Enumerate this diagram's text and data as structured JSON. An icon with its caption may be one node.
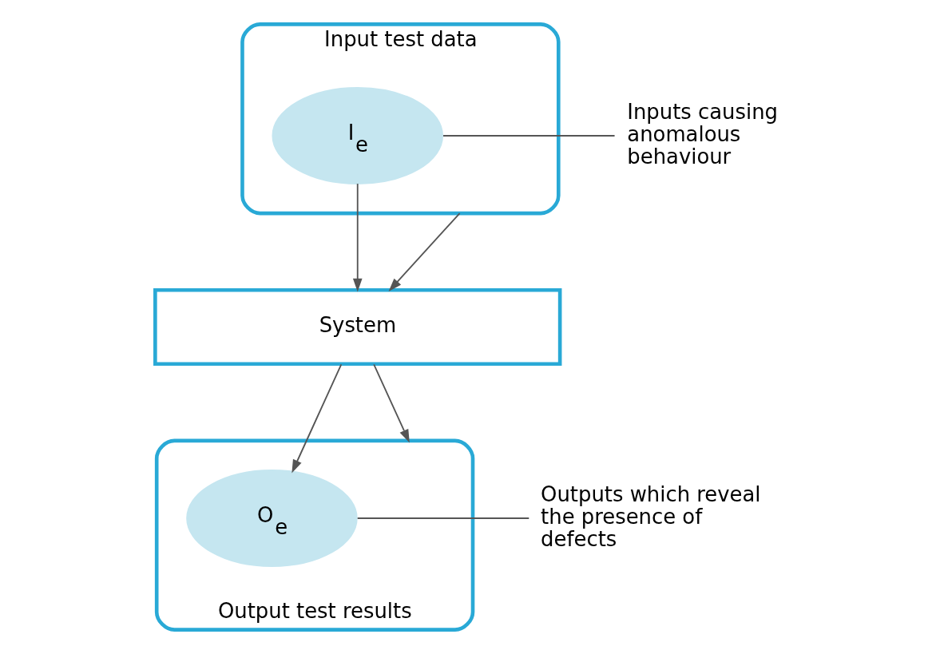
{
  "diagram": {
    "nodes": [
      {
        "text": [
          "Input test data"
        ]
      },
      {
        "text": [
          "I$_{e}$"
        ],
        "in": 0
      },
      {
        "text": [
          "Inputs causing anomalous behaviour"
        ]
      },
      {
        "text": [
          "System"
        ]
      },
      {
        "text": [
          "Output test results"
        ]
      },
      {
        "text": [
          "O$_{e}$"
        ],
        "in": 4
      },
      {
        "text": [
          "Outputs which reveal the presence of defects"
        ]
      }
    ],
    "edges": [
      {
        "from": 1,
        "to": 2,
        "arrow": "none"
      },
      {
        "from": 0,
        "to": 3,
        "arrow": "to"
      },
      {
        "from": 1,
        "to": 3,
        "arrow": "to"
      },
      {
        "from": 3,
        "to": 4,
        "arrow": "to"
      },
      {
        "from": 3,
        "to": 5,
        "arrow": "to"
      },
      {
        "from": 5,
        "to": 6,
        "arrow": "none"
      }
    ]
  }
}
